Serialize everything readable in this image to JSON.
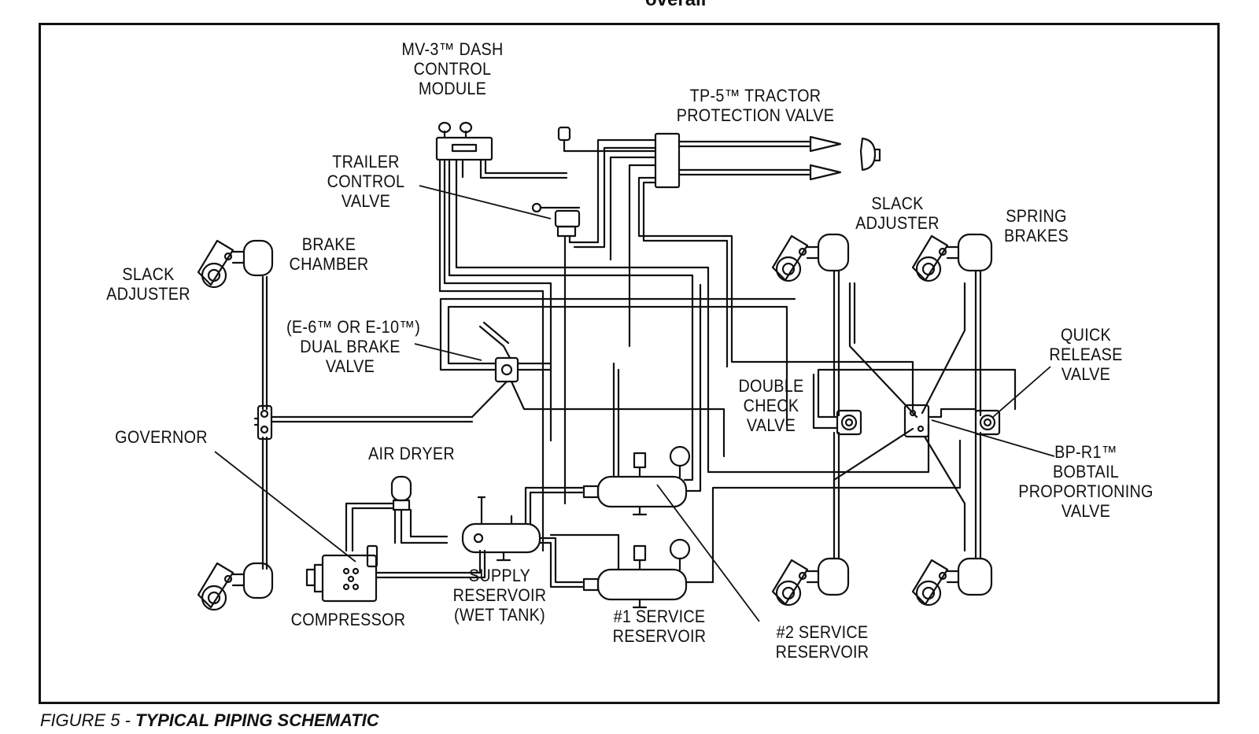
{
  "header_fragment": "overall",
  "labels": {
    "mv3_line1": "MV-3™ DASH",
    "mv3_line2": "CONTROL",
    "mv3_line3": "MODULE",
    "tp5_line1": "TP-5™ TRACTOR",
    "tp5_line2": "PROTECTION VALVE",
    "tcv_line1": "TRAILER",
    "tcv_line2": "CONTROL",
    "tcv_line3": "VALVE",
    "brake_chamber_line1": "BRAKE",
    "brake_chamber_line2": "CHAMBER",
    "slack_left_line1": "SLACK",
    "slack_left_line2": "ADJUSTER",
    "slack_right_line1": "SLACK",
    "slack_right_line2": "ADJUSTER",
    "spring_line1": "SPRING",
    "spring_line2": "BRAKES",
    "dual_line1": "(E-6™ OR E-10™)",
    "dual_line2": "DUAL BRAKE",
    "dual_line3": "VALVE",
    "qr_line1": "QUICK",
    "qr_line2": "RELEASE",
    "qr_line3": "VALVE",
    "dcv_line1": "DOUBLE",
    "dcv_line2": "CHECK",
    "dcv_line3": "VALVE",
    "governor": "GOVERNOR",
    "air_dryer": "AIR DRYER",
    "bprl_line1": "BP-R1™",
    "bprl_line2": "BOBTAIL",
    "bprl_line3": "PROPORTIONING",
    "bprl_line4": "VALVE",
    "supply_line1": "SUPPLY",
    "supply_line2": "RESERVOIR",
    "supply_line3": "(WET TANK)",
    "compressor": "COMPRESSOR",
    "svc1_line1": "#1 SERVICE",
    "svc1_line2": "RESERVOIR",
    "svc2_line1": "#2 SERVICE",
    "svc2_line2": "RESERVOIR"
  },
  "caption": {
    "prefix": "FIGURE 5 - ",
    "title": "TYPICAL PIPING SCHEMATIC"
  }
}
